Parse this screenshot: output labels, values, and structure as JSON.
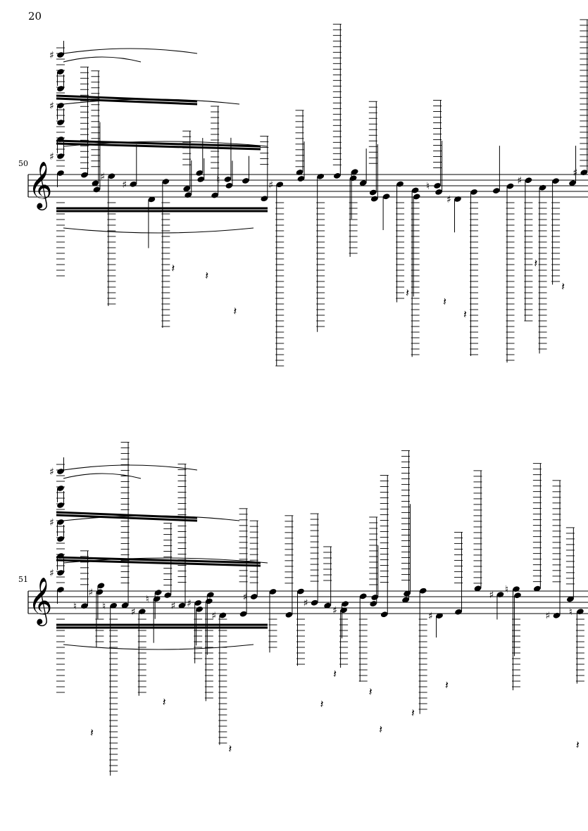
{
  "page": {
    "number": "20"
  },
  "systems": [
    {
      "measure_number": "50"
    },
    {
      "measure_number": "51"
    }
  ],
  "colors": {
    "ink": "#000000",
    "paper": "#ffffff"
  },
  "notation_style": "dense single-staff treble notation with ledger-line towers, beamed clusters, ties, rests and sharp/natural accidentals",
  "glyphs": {
    "sharp": "♯",
    "natural": "♮",
    "rest": "𝄽",
    "treble_clef": "𝄞"
  }
}
